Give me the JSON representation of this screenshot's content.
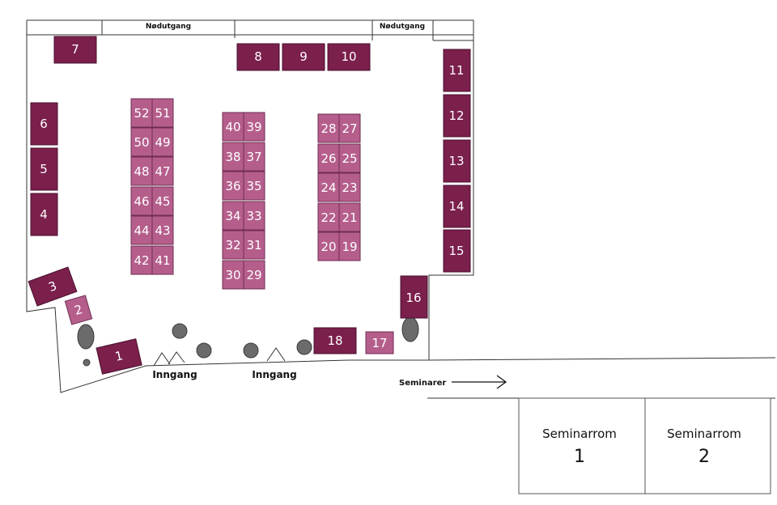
{
  "labels": {
    "emergency_exit_left": "Nødutgang",
    "emergency_exit_right": "Nødutgang",
    "entrance_left": "Inngang",
    "entrance_right": "Inngang",
    "seminars_arrow": "Seminarer"
  },
  "seminar_rooms": [
    {
      "title": "Seminarrom",
      "number": "1"
    },
    {
      "title": "Seminarrom",
      "number": "2"
    }
  ],
  "booth_colors": {
    "large": "#7b1f4b",
    "small": "#b55e8c",
    "planter": "#6b6b6b"
  },
  "booths": [
    {
      "id": "1"
    },
    {
      "id": "2"
    },
    {
      "id": "3"
    },
    {
      "id": "4"
    },
    {
      "id": "5"
    },
    {
      "id": "6"
    },
    {
      "id": "7"
    },
    {
      "id": "8"
    },
    {
      "id": "9"
    },
    {
      "id": "10"
    },
    {
      "id": "11"
    },
    {
      "id": "12"
    },
    {
      "id": "13"
    },
    {
      "id": "14"
    },
    {
      "id": "15"
    },
    {
      "id": "16"
    },
    {
      "id": "17"
    },
    {
      "id": "18"
    },
    {
      "id": "19"
    },
    {
      "id": "20"
    },
    {
      "id": "21"
    },
    {
      "id": "22"
    },
    {
      "id": "23"
    },
    {
      "id": "24"
    },
    {
      "id": "25"
    },
    {
      "id": "26"
    },
    {
      "id": "27"
    },
    {
      "id": "28"
    },
    {
      "id": "29"
    },
    {
      "id": "30"
    },
    {
      "id": "31"
    },
    {
      "id": "32"
    },
    {
      "id": "33"
    },
    {
      "id": "34"
    },
    {
      "id": "35"
    },
    {
      "id": "36"
    },
    {
      "id": "37"
    },
    {
      "id": "38"
    },
    {
      "id": "39"
    },
    {
      "id": "40"
    },
    {
      "id": "41"
    },
    {
      "id": "42"
    },
    {
      "id": "43"
    },
    {
      "id": "44"
    },
    {
      "id": "45"
    },
    {
      "id": "46"
    },
    {
      "id": "47"
    },
    {
      "id": "48"
    },
    {
      "id": "49"
    },
    {
      "id": "50"
    },
    {
      "id": "51"
    },
    {
      "id": "52"
    }
  ]
}
